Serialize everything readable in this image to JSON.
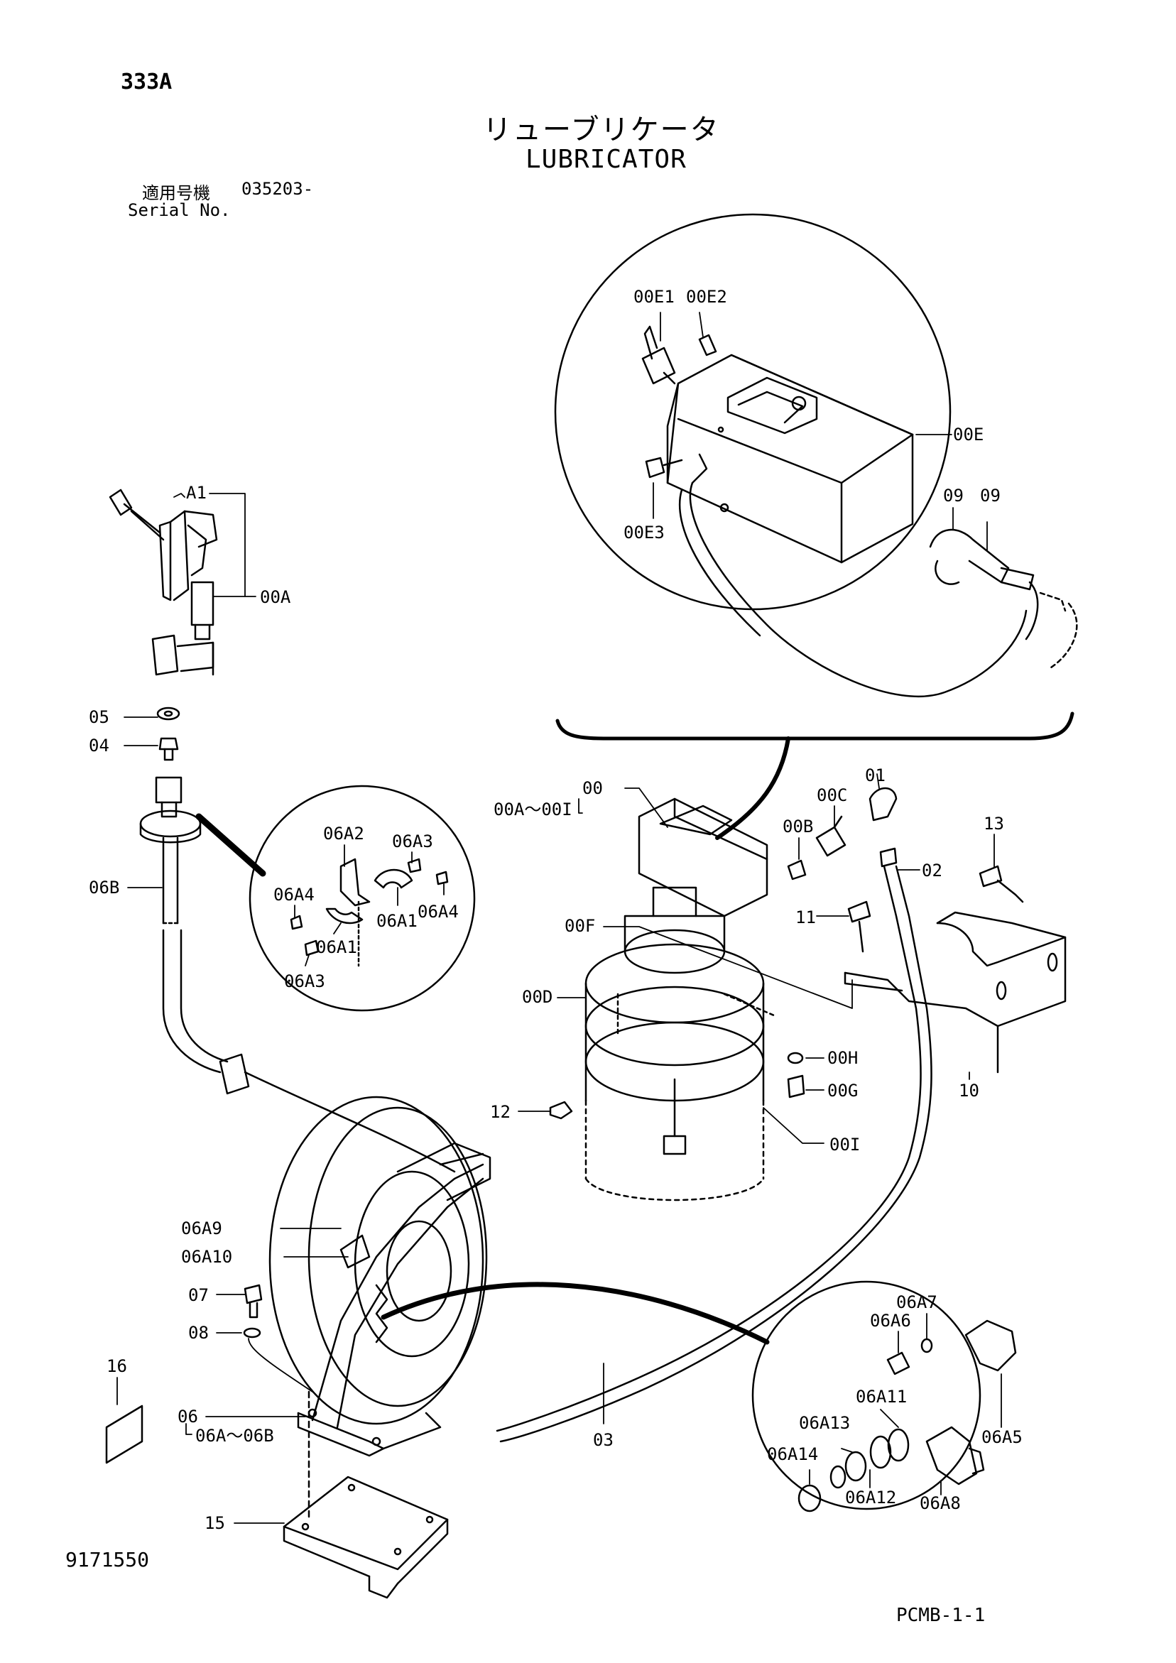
{
  "header": {
    "code": "333A",
    "title_jp": "リューブリケータ",
    "title_en": "LUBRICATOR",
    "serial_label_jp": "適用号機",
    "serial_number": "035203-",
    "serial_label_en": "Serial No."
  },
  "footer": {
    "document_number": "9171550",
    "page_code": "PCMB-1-1"
  },
  "part_labels": {
    "p00E1": "00E1",
    "p00E2": "00E2",
    "p00E": "00E",
    "p00E3": "00E3",
    "p09a": "09",
    "p09b": "09",
    "pA1": "A1",
    "p00A": "00A",
    "p05": "05",
    "p04": "04",
    "p06B": "06B",
    "p06A2": "06A2",
    "p06A3a": "06A3",
    "p06A4a": "06A4",
    "p06A4b": "06A4",
    "p06A1a": "06A1",
    "p06A1b": "06A1",
    "p06A3b": "06A3",
    "p00": "00",
    "p00A_00I": "00A～00I",
    "p00C": "00C",
    "p01": "01",
    "p00B": "00B",
    "p02": "02",
    "p13": "13",
    "p11": "11",
    "p00F": "00F",
    "p00D": "00D",
    "p00H": "00H",
    "p00G": "00G",
    "p12": "12",
    "p10": "10",
    "p00I": "00I",
    "p06A9": "06A9",
    "p06A10": "06A10",
    "p07": "07",
    "p08": "08",
    "p16": "16",
    "p06": "06",
    "p06A_06B": "06A～06B",
    "p15": "15",
    "p03": "03",
    "p06A7": "06A7",
    "p06A6": "06A6",
    "p06A11": "06A11",
    "p06A13": "06A13",
    "p06A14": "06A14",
    "p06A12": "06A12",
    "p06A8": "06A8",
    "p06A5": "06A5"
  },
  "colors": {
    "line": "#000000",
    "background": "#ffffff"
  }
}
